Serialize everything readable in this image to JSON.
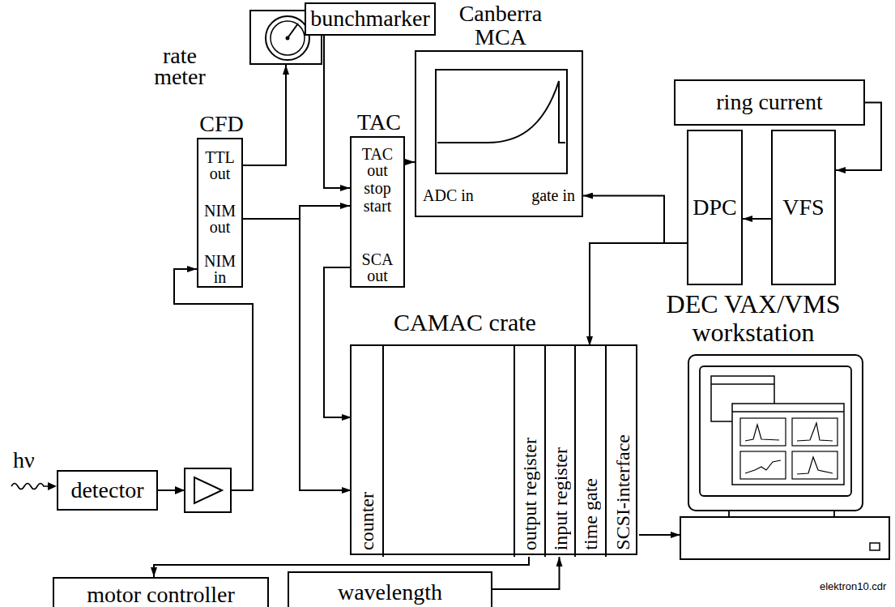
{
  "diagram": {
    "nodes": [
      {
        "text": [
          "rate meter"
        ]
      },
      {
        "text": [
          "bunchmarker"
        ]
      },
      {
        "text": [
          "Canberra MCA",
          "ADC in",
          "gate in"
        ]
      },
      {
        "text": [
          "ring current"
        ]
      },
      {
        "text": [
          "CFD",
          "TTL out",
          "NIM out",
          "NIM in"
        ]
      },
      {
        "text": [
          "TAC",
          "TAC out",
          "stop",
          "start",
          "SCA out"
        ]
      },
      {
        "text": [
          "DPC"
        ]
      },
      {
        "text": [
          "VFS"
        ]
      },
      {
        "text": [
          "CAMAC crate"
        ]
      },
      {
        "text": [
          "counter"
        ],
        "in": 8
      },
      {
        "text": [
          "output register"
        ],
        "in": 8
      },
      {
        "text": [
          "input register"
        ],
        "in": 8
      },
      {
        "text": [
          "time gate"
        ],
        "in": 8
      },
      {
        "text": [
          "SCSI-interface"
        ],
        "in": 8
      },
      {
        "text": [
          "DEC VAX/VMS workstation"
        ]
      },
      {
        "text": [
          "detector"
        ]
      },
      {
        "text": [
          "motor controller"
        ]
      },
      {
        "text": [
          "wavelength"
        ]
      }
    ],
    "edges": [
      {
        "from": 4,
        "to": 0,
        "arrow": "to"
      },
      {
        "from": 1,
        "to": 5,
        "arrow": "to"
      },
      {
        "from": 4,
        "to": 5,
        "arrow": "to"
      },
      {
        "from": 4,
        "to": 9,
        "arrow": "to"
      },
      {
        "from": 5,
        "to": 2,
        "arrow": "to"
      },
      {
        "from": 5,
        "to": 9,
        "arrow": "to"
      },
      {
        "from": 3,
        "to": 7,
        "arrow": "to"
      },
      {
        "from": 7,
        "to": 6,
        "arrow": "to"
      },
      {
        "from": 6,
        "to": 2,
        "arrow": "to"
      },
      {
        "from": 6,
        "to": 12,
        "arrow": "to"
      },
      {
        "from": 13,
        "to": 14,
        "arrow": "to"
      },
      {
        "from": 10,
        "to": 16,
        "arrow": "to"
      },
      {
        "from": 17,
        "to": 11,
        "arrow": "to"
      },
      {
        "from": 15,
        "to": 4,
        "arrow": "to"
      }
    ],
    "labels": [
      "hν",
      "elektron10.cdr"
    ]
  }
}
